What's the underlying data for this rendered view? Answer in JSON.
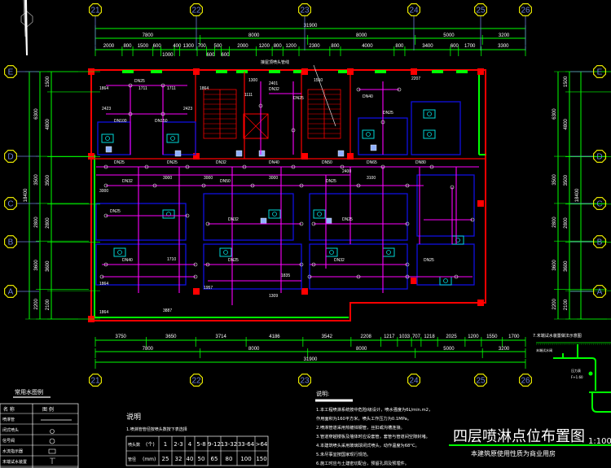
{
  "drawing": {
    "title": "四层喷淋点位布置图",
    "scale": "1:100",
    "subtitle": "本建筑原使用性质为商业用房",
    "annotation_top": "接屋顶喷头管线",
    "colors": {
      "background": "#000000",
      "wall": "#ff0000",
      "dimension": "#00ff00",
      "pipe": "#ff00ff",
      "fixture": "#00e5e5",
      "grid_bubble": "#e6e600",
      "grid_line": "#6a7fd8"
    }
  },
  "grid": {
    "columns": [
      "21",
      "22",
      "23",
      "24",
      "25",
      "26"
    ],
    "rows": [
      "E",
      "D",
      "C",
      "B",
      "A"
    ]
  },
  "dimensions": {
    "top_total": "31900",
    "top_bays": [
      "7800",
      "8000",
      "8000",
      "5000",
      "3200"
    ],
    "top_detail": [
      "2000",
      "800",
      "1500",
      "600",
      "1000",
      "400",
      "1300",
      "700",
      "600",
      "500",
      "600",
      "2000",
      "1200",
      "800",
      "1200",
      "2300",
      "800",
      "4000",
      "800",
      "3400",
      "600",
      "1700",
      "3300"
    ],
    "bottom_detail": [
      "3750",
      "3650",
      "3714",
      "4186",
      "3542",
      "2208",
      "1217",
      "1033",
      "707",
      "1218",
      "2025",
      "1200",
      "1550",
      "1700"
    ],
    "bottom_bays": [
      "7800",
      "8000",
      "8000",
      "5000",
      "3200"
    ],
    "bottom_total": "31900",
    "side_total": "18400",
    "side_bays": [
      "6300",
      "3500",
      "2800",
      "3600",
      "2200"
    ],
    "side_detail": [
      "1500",
      "4800",
      "3500",
      "2800",
      "3600",
      "2100"
    ]
  },
  "pipe_labels": [
    "DN25",
    "DN25",
    "DN32",
    "DN40",
    "DN50",
    "DN65",
    "DN80",
    "DN100",
    "DN150",
    "DN25",
    "DN32",
    "DN25",
    "DN40",
    "DN25",
    "DN32",
    "DN50",
    "DN25",
    "DN25",
    "DN32",
    "DN25",
    "DN40",
    "DN25",
    "DN32",
    "DN25"
  ],
  "room_dims": [
    "1864",
    "1711",
    "1711",
    "1864",
    "2423",
    "2423",
    "1111",
    "2401",
    "1300",
    "1550",
    "2207",
    "3000",
    "3000",
    "3000",
    "3000",
    "3100",
    "2400",
    "1957",
    "1710",
    "1309",
    "1835",
    "3887",
    "1864",
    "1864"
  ],
  "legend": {
    "title": "常用水图例",
    "headers": [
      "名 称",
      "图 例"
    ],
    "rows": [
      "喷淋管",
      "闭式喷头",
      "信号阀",
      "水流指示器",
      "末端试水装置"
    ]
  },
  "pipe_table": {
    "title": "说明",
    "note": "1.喷淋管管径按喷头数按下表选择",
    "row1_label": "喷头数",
    "row1_unit": "(个)",
    "row2_label": "管径",
    "row2_unit": "(mm)",
    "counts": [
      "1",
      "2-3",
      "4",
      "5-8",
      "9-12",
      "13-32",
      "33-64",
      ">64"
    ],
    "diameters": [
      "25",
      "32",
      "40",
      "50",
      "65",
      "80",
      "100",
      "150"
    ]
  },
  "notes": {
    "title": "说明:",
    "items": [
      "1.本工程喷淋系统按中危险I级设计，喷水强度为6L/min.m2，",
      "   作用面积为160平方米，喷头工作压力为0.1MPa。",
      "2.喷淋管道采用热镀锌钢管，丝扣或沟槽连接。",
      "3.管道穿越楼板及墙体时应设套管，套管与管道间空隙封堵。",
      "4.本建筑喷头采用玻璃球闭式喷头，动作温度为68°C。",
      "5.未尽事宜按国家现行规范。",
      "6.施工时应与土建密切配合，预留孔洞及预埋件。"
    ],
    "item7": "7.末端试水装置做法示意图"
  },
  "riser": {
    "label1": "末端试水阀",
    "label2": "压力表",
    "label3": "F+1.60"
  }
}
